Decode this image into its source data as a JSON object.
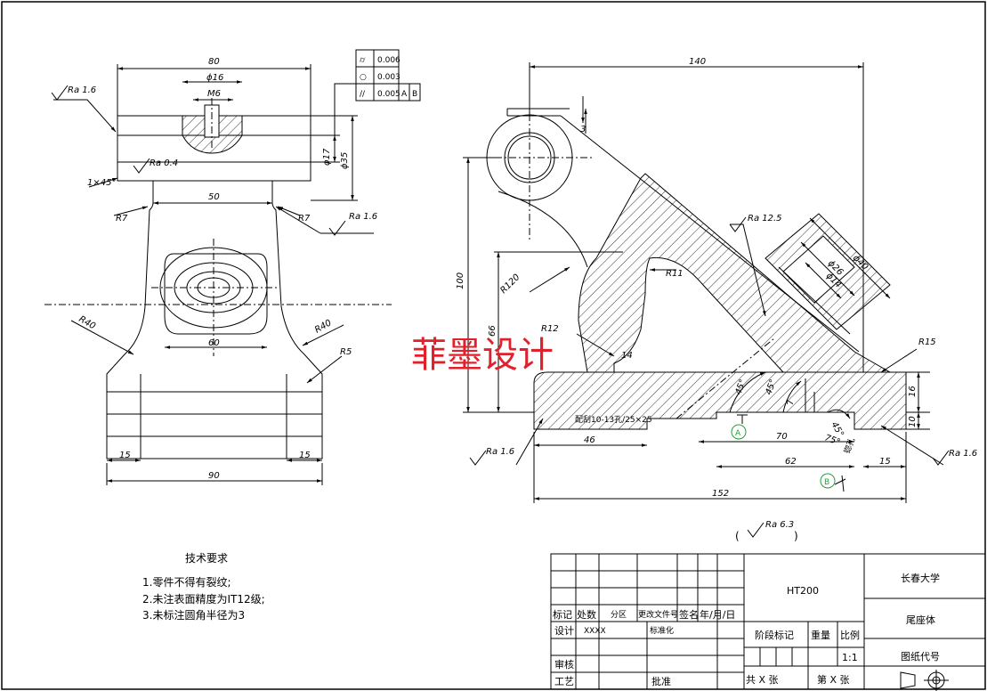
{
  "left_view": {
    "dims": {
      "top_width": "80",
      "shaft_dia": "ϕ16",
      "thread": "M6",
      "bore_small": "ϕ17",
      "bore_large": "ϕ35",
      "neck_width": "50",
      "r7_left": "R7",
      "r7_right": "R7",
      "r40_left": "R40",
      "r40_right": "R40",
      "r5": "R5",
      "boss_dia": "60",
      "base_left": "15",
      "base_right": "15",
      "base_width": "90",
      "chamfer": "1×45°"
    },
    "roughness": {
      "top_left": "Ra 1.6",
      "bore": "Ra 0.4",
      "right": "Ra 1.6"
    }
  },
  "tolerance_frame": {
    "rows": [
      {
        "symbol": "⌭",
        "value": "0.006"
      },
      {
        "symbol": "○",
        "value": "0.003"
      },
      {
        "symbol": "//",
        "value": "0.005",
        "datum1": "A",
        "datum2": "B"
      }
    ]
  },
  "right_view": {
    "dims": {
      "overall_length": "140",
      "offset_3": "3",
      "height_100": "100",
      "height_66": "66",
      "r120": "R120",
      "r11": "R11",
      "r12": "R12",
      "ra_12_5": "Ra 12.5",
      "dia_40": "ϕ40",
      "dia_26": "ϕ26",
      "dia_14": "ϕ14",
      "r15": "R15",
      "h16": "16",
      "h10": "10",
      "ang45a": "45°",
      "ang45b": "45°",
      "ang45c": "45°",
      "ang75": "75°",
      "val7": "7",
      "val14": "14",
      "len46": "46",
      "len70": "70",
      "len62": "62",
      "len15": "15",
      "len152": "152",
      "fit_note": "配刮10-13孔/25×25",
      "bore_note": "锪孔"
    },
    "roughness": {
      "bottom_left": "Ra 1.6",
      "bottom_right": "Ra 1.6"
    },
    "datum_a": "A",
    "datum_b": "B"
  },
  "general_roughness": {
    "open": "(",
    "value": "Ra 6.3",
    "close": ")"
  },
  "watermark": "菲墨设计",
  "tech_requirements": {
    "title": "技术要求",
    "items": [
      "1.零件不得有裂纹;",
      "2.未注表面精度为IT12级;",
      "3.未标注圆角半径为3"
    ]
  },
  "title_block": {
    "col_biaoji": "标记",
    "col_chushu": "处数",
    "col_fenqu": "分区",
    "col_wenjian": "更改文件号",
    "col_qianming": "签名",
    "col_date": "年/月/日",
    "design": "设计",
    "designer": "XXXX",
    "standard": "标准化",
    "review": "审核",
    "process": "工艺",
    "approve": "批准",
    "material": "HT200",
    "stage": "阶段标记",
    "weight": "重量",
    "scale_label": "比例",
    "scale_value": "1:1",
    "sheets_total": "共 X 张",
    "sheet_no": "第 X 张",
    "school": "长春大学",
    "part_name": "尾座体",
    "drawing_no_label": "图纸代号"
  }
}
